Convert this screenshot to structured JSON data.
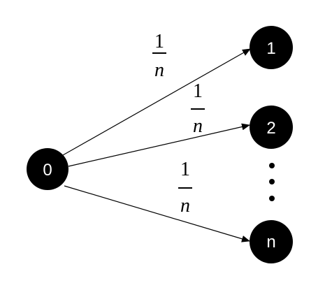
{
  "diagram": {
    "nodes": [
      {
        "id": "0",
        "label": "0"
      },
      {
        "id": "1",
        "label": "1"
      },
      {
        "id": "2",
        "label": "2"
      },
      {
        "id": "n",
        "label": "n"
      }
    ],
    "edges": [
      {
        "from": "0",
        "to": "1",
        "label": {
          "numerator": "1",
          "denominator": "n"
        }
      },
      {
        "from": "0",
        "to": "2",
        "label": {
          "numerator": "1",
          "denominator": "n"
        }
      },
      {
        "from": "0",
        "to": "n",
        "label": {
          "numerator": "1",
          "denominator": "n"
        }
      }
    ],
    "colors": {
      "node": "#000000",
      "node_text": "#ffffff",
      "edge": "#000000",
      "background": "#ffffff"
    }
  }
}
